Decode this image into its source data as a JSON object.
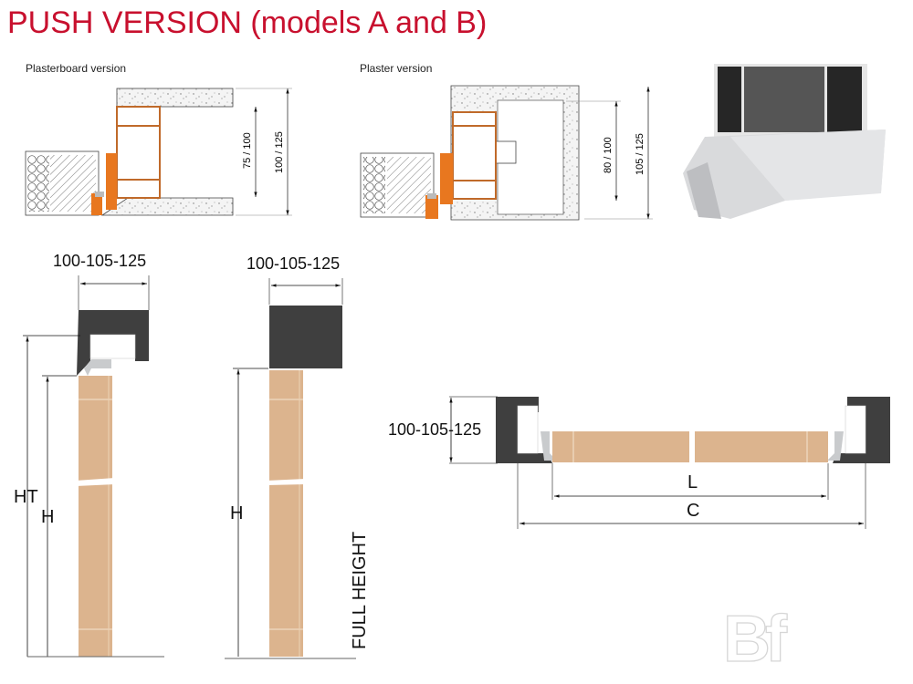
{
  "title": "PUSH VERSION (models A and B)",
  "sections": {
    "plasterboard": {
      "caption": "Plasterboard version",
      "dim_inner": "75 / 100",
      "dim_outer": "100 / 125"
    },
    "plaster": {
      "caption": "Plaster version",
      "dim_inner": "80 / 100",
      "dim_outer": "105 / 125"
    },
    "profile_photo": {
      "description": "aluminium profile 3D view"
    }
  },
  "elevations": {
    "left": {
      "width_dim": "100-105-125",
      "label_ht": "HT",
      "label_h": "H"
    },
    "right": {
      "width_dim": "100-105-125",
      "label_h": "H",
      "vertical_label": "FULL HEIGHT"
    }
  },
  "plan": {
    "depth_dim": "100-105-125",
    "label_l": "L",
    "label_c": "C"
  },
  "logo": "Bf",
  "colors": {
    "title": "#c8102e",
    "frame_orange": "#e8771f",
    "frame_dark": "#3f3f3f",
    "door_wood": "#dcb48e",
    "aluminium": "#c9cbcd"
  }
}
